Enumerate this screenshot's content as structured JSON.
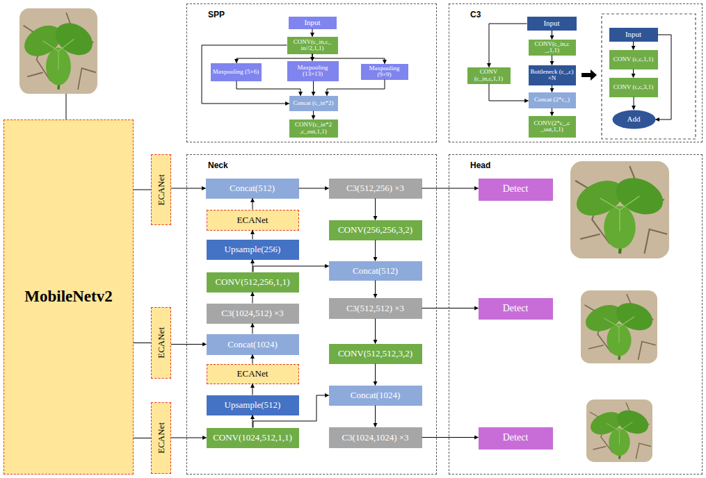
{
  "diagram": {
    "nodes": [
      {
        "text": [
          "SPP"
        ]
      },
      {
        "text": [
          "Input"
        ],
        "in": 0
      },
      {
        "text": [
          "CONV(c_in,c_ in//2,1,1)"
        ],
        "in": 0
      },
      {
        "text": [
          "Maxpooling (5×6)"
        ],
        "in": 0
      },
      {
        "text": [
          "Maxpooling (13×13)"
        ],
        "in": 0
      },
      {
        "text": [
          "Maxpooling (9×9)"
        ],
        "in": 0
      },
      {
        "text": [
          "Concat (c_in*2)"
        ],
        "in": 0
      },
      {
        "text": [
          "CONV(c_in*2 ,c_out,1,1)"
        ],
        "in": 0
      },
      {
        "text": [
          "C3"
        ]
      },
      {
        "text": [
          "Input"
        ],
        "in": 8
      },
      {
        "text": [
          "CONV(c_in,c _,1,1)"
        ],
        "in": 8
      },
      {
        "text": [
          "CONV (c_in,c,1,1)"
        ],
        "in": 8
      },
      {
        "text": [
          "Bottleneck (c_,c) ×N"
        ],
        "in": 8
      },
      {
        "text": [
          "Concat (2*c_)"
        ],
        "in": 8
      },
      {
        "text": [
          "CONV(2*c_,c _out,1,1)"
        ],
        "in": 8
      },
      {
        "text": [
          "Input"
        ],
        "in": 8
      },
      {
        "text": [
          "CONV (c,c,1,1)"
        ],
        "in": 8
      },
      {
        "text": [
          "CONV (c,c,3,1)"
        ],
        "in": 8
      },
      {
        "text": [
          "Add"
        ],
        "in": 8
      },
      {
        "text": [
          "MobileNetv2"
        ]
      },
      {
        "text": [
          "ECANet"
        ]
      },
      {
        "text": [
          "ECANet"
        ]
      },
      {
        "text": [
          "ECANet"
        ]
      },
      {
        "text": [
          "Neck"
        ]
      },
      {
        "text": [
          "Concat(512)"
        ],
        "in": 23
      },
      {
        "text": [
          "ECANet"
        ],
        "in": 23
      },
      {
        "text": [
          "Upsample(256)"
        ],
        "in": 23
      },
      {
        "text": [
          "CONV(512,256,1,1)"
        ],
        "in": 23
      },
      {
        "text": [
          "C3(1024,512) ×3"
        ],
        "in": 23
      },
      {
        "text": [
          "Concat(1024)"
        ],
        "in": 23
      },
      {
        "text": [
          "ECANet"
        ],
        "in": 23
      },
      {
        "text": [
          "Upsample(512)"
        ],
        "in": 23
      },
      {
        "text": [
          "CONV(1024,512,1,1)"
        ],
        "in": 23
      },
      {
        "text": [
          "C3(512,256) ×3"
        ],
        "in": 23
      },
      {
        "text": [
          "CONV(256,256,3,2)"
        ],
        "in": 23
      },
      {
        "text": [
          "Concat(512)"
        ],
        "in": 23
      },
      {
        "text": [
          "C3(512,512) ×3"
        ],
        "in": 23
      },
      {
        "text": [
          "CONV(512,512,3,2)"
        ],
        "in": 23
      },
      {
        "text": [
          "Concat(1024)"
        ],
        "in": 23
      },
      {
        "text": [
          "C3(1024,1024) ×3"
        ],
        "in": 23
      },
      {
        "text": [
          "Head"
        ]
      },
      {
        "text": [
          "Detect"
        ],
        "in": 40
      },
      {
        "text": [
          "Detect"
        ],
        "in": 40
      },
      {
        "text": [
          "Detect"
        ],
        "in": 40
      }
    ],
    "edges": [
      {
        "from": 1,
        "to": 2,
        "arrow": "to"
      },
      {
        "from": 2,
        "to": 3,
        "arrow": "to"
      },
      {
        "from": 2,
        "to": 4,
        "arrow": "to"
      },
      {
        "from": 2,
        "to": 5,
        "arrow": "to"
      },
      {
        "from": 2,
        "to": 6,
        "arrow": "to"
      },
      {
        "from": 3,
        "to": 6,
        "arrow": "to"
      },
      {
        "from": 4,
        "to": 6,
        "arrow": "to"
      },
      {
        "from": 5,
        "to": 6,
        "arrow": "to"
      },
      {
        "from": 6,
        "to": 7,
        "arrow": "to"
      },
      {
        "from": 9,
        "to": 10,
        "arrow": "to"
      },
      {
        "from": 9,
        "to": 11,
        "arrow": "to"
      },
      {
        "from": 10,
        "to": 12,
        "arrow": "to"
      },
      {
        "from": 12,
        "to": 13,
        "arrow": "to"
      },
      {
        "from": 11,
        "to": 13,
        "arrow": "to"
      },
      {
        "from": 13,
        "to": 14,
        "arrow": "to"
      },
      {
        "from": 15,
        "to": 16,
        "arrow": "to"
      },
      {
        "from": 16,
        "to": 17,
        "arrow": "to"
      },
      {
        "from": 17,
        "to": 18,
        "arrow": "to"
      },
      {
        "from": 15,
        "to": 18,
        "arrow": "to"
      },
      {
        "from": 19,
        "to": 20,
        "arrow": "none"
      },
      {
        "from": 19,
        "to": 21,
        "arrow": "none"
      },
      {
        "from": 19,
        "to": 22,
        "arrow": "none"
      },
      {
        "from": 20,
        "to": 24,
        "arrow": "to"
      },
      {
        "from": 21,
        "to": 29,
        "arrow": "to"
      },
      {
        "from": 22,
        "to": 32,
        "arrow": "to"
      },
      {
        "from": 25,
        "to": 24,
        "arrow": "to"
      },
      {
        "from": 26,
        "to": 25,
        "arrow": "to"
      },
      {
        "from": 27,
        "to": 26,
        "arrow": "to"
      },
      {
        "from": 28,
        "to": 27,
        "arrow": "to"
      },
      {
        "from": 29,
        "to": 28,
        "arrow": "to"
      },
      {
        "from": 30,
        "to": 29,
        "arrow": "to"
      },
      {
        "from": 31,
        "to": 30,
        "arrow": "to"
      },
      {
        "from": 32,
        "to": 31,
        "arrow": "to"
      },
      {
        "from": 27,
        "to": 35,
        "arrow": "to"
      },
      {
        "from": 32,
        "to": 38,
        "arrow": "to"
      },
      {
        "from": 24,
        "to": 33,
        "arrow": "to"
      },
      {
        "from": 33,
        "to": 34,
        "arrow": "to"
      },
      {
        "from": 34,
        "to": 35,
        "arrow": "to"
      },
      {
        "from": 35,
        "to": 36,
        "arrow": "to"
      },
      {
        "from": 36,
        "to": 37,
        "arrow": "to"
      },
      {
        "from": 37,
        "to": 38,
        "arrow": "to"
      },
      {
        "from": 38,
        "to": 39,
        "arrow": "to"
      },
      {
        "from": 33,
        "to": 41,
        "arrow": "to"
      },
      {
        "from": 36,
        "to": 42,
        "arrow": "to"
      },
      {
        "from": 39,
        "to": 43,
        "arrow": "to"
      }
    ]
  }
}
